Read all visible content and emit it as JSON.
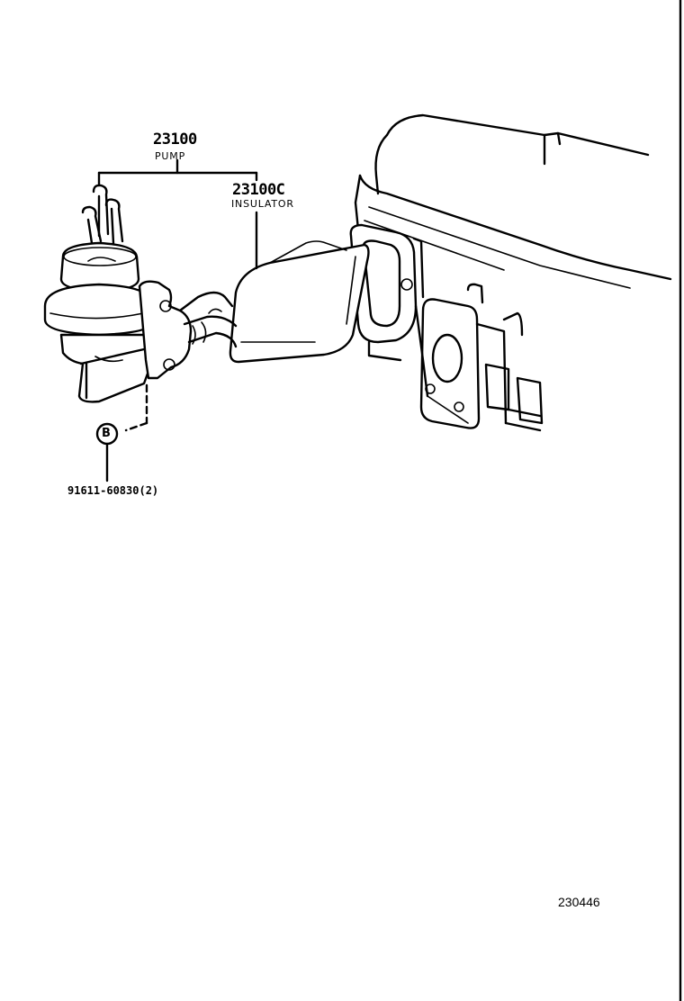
{
  "parts": [
    {
      "number": "23100",
      "name": "PUMP"
    },
    {
      "number": "23100C",
      "name": "INSULATOR"
    }
  ],
  "bolt": {
    "symbol": "B",
    "part_number": "91611-60830",
    "quantity": "(2)"
  },
  "figure_id": "230446",
  "colors": {
    "ink": "#000000",
    "paper": "#ffffff"
  }
}
